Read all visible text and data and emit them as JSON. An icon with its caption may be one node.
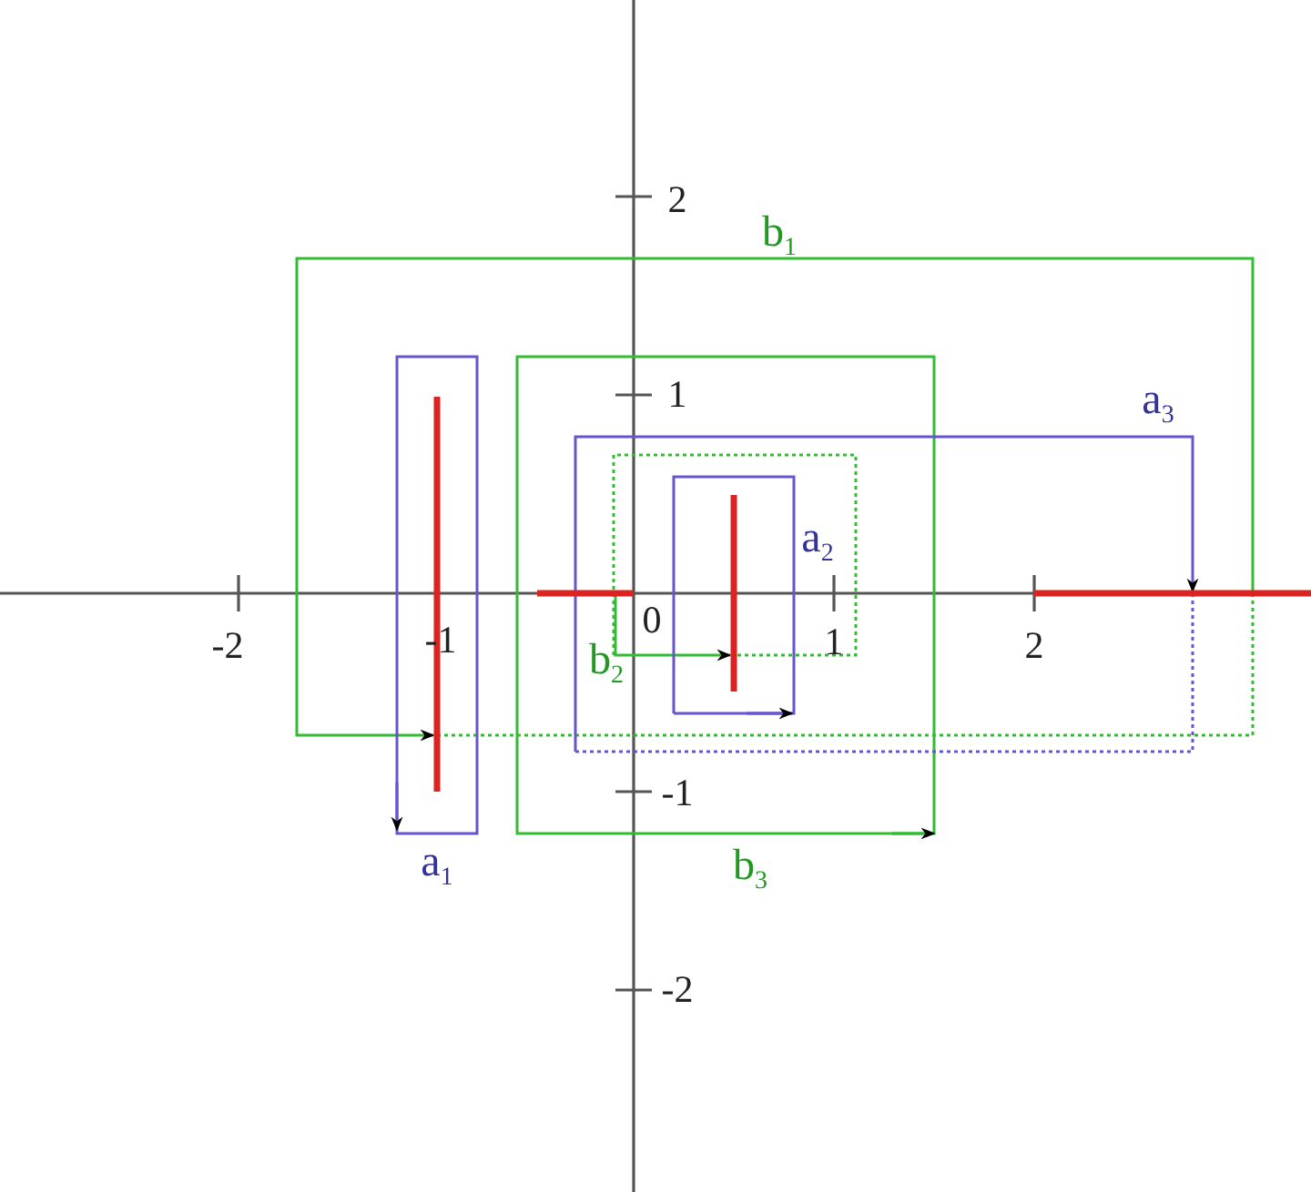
{
  "diagram": {
    "labels": [
      "2",
      "b$_{1}$",
      "1",
      "a$_{3}$",
      "a$_{2}$",
      "-2",
      "-1",
      "0",
      "1",
      "2",
      "b$_{2}$",
      "-1",
      "a$_{1}$",
      "b$_{3}$",
      "-2"
    ]
  }
}
